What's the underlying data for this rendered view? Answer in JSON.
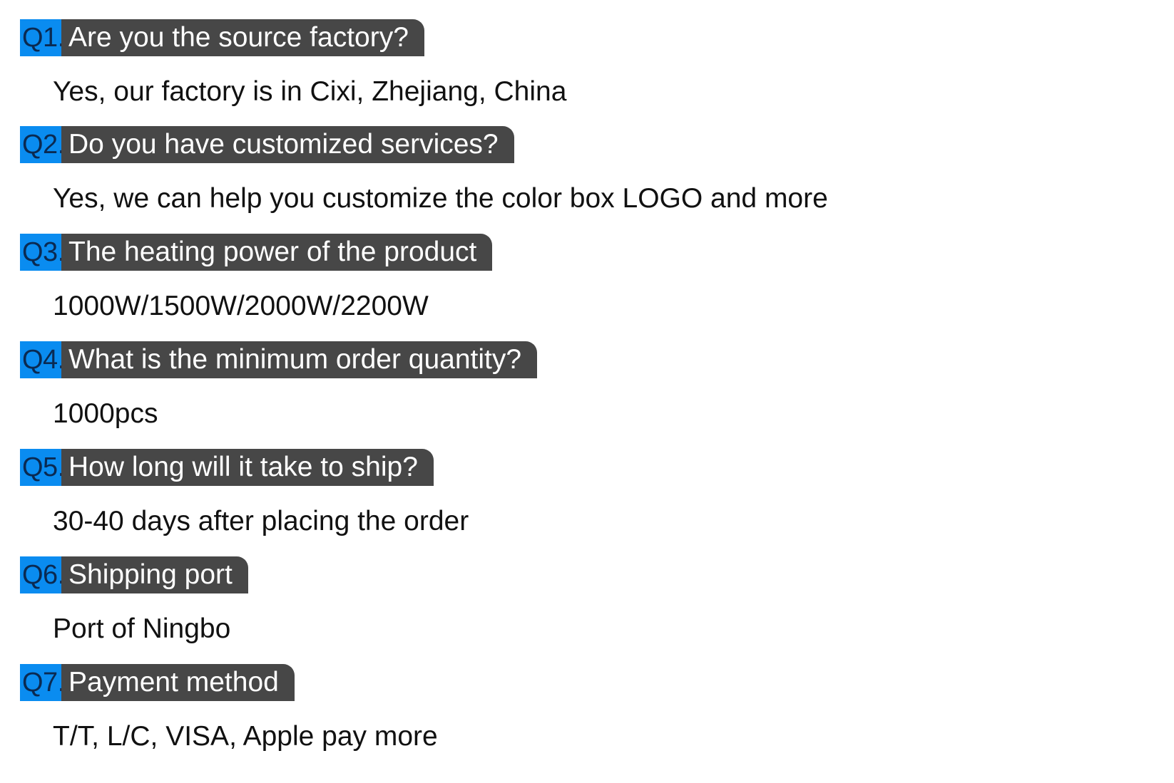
{
  "faq": [
    {
      "number": "Q1.",
      "question": "Are you the source factory?",
      "answer": "Yes, our factory is in Cixi, Zhejiang, China"
    },
    {
      "number": "Q2.",
      "question": "Do you have customized services?",
      "answer": "Yes, we can help you customize the color box LOGO and more"
    },
    {
      "number": "Q3.",
      "question": "The heating power of the product",
      "answer": "1000W/1500W/2000W/2200W"
    },
    {
      "number": "Q4.",
      "question": "What is the minimum order quantity?",
      "answer": "1000pcs"
    },
    {
      "number": "Q5.",
      "question": "How long will it take to ship?",
      "answer": "30-40 days after placing the order"
    },
    {
      "number": "Q6.",
      "question": "Shipping port",
      "answer": "Port of Ningbo"
    },
    {
      "number": "Q7.",
      "question": "Payment method",
      "answer": "T/T, L/C, VISA, Apple pay more"
    }
  ],
  "colors": {
    "number_background": "#0a8cf0",
    "question_background": "#474747",
    "question_text": "#ffffff",
    "answer_text": "#111111"
  }
}
